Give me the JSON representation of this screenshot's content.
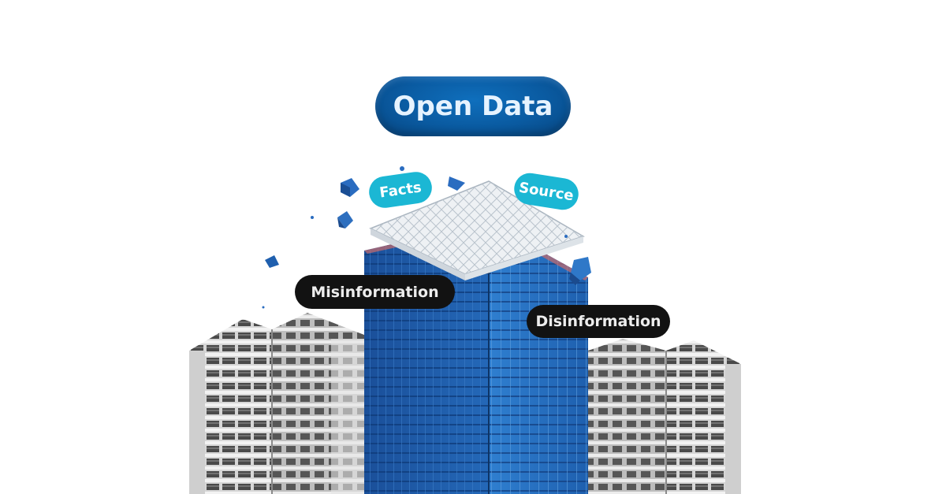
{
  "labels": {
    "title": "Open Data",
    "facts": "Facts",
    "source": "Source",
    "misinformation": "Misinformation",
    "disinformation": "Disinformation"
  },
  "colors": {
    "title_pill": "#0a5aa0",
    "tag_pill": "#1bb7d4",
    "dark_pill": "#121212",
    "glass_tower": "#1f64b4",
    "side_buildings": "#c9c9c9"
  },
  "icons": [
    "floating-cube-icon",
    "tower-building-icon",
    "apartment-building-icon"
  ]
}
